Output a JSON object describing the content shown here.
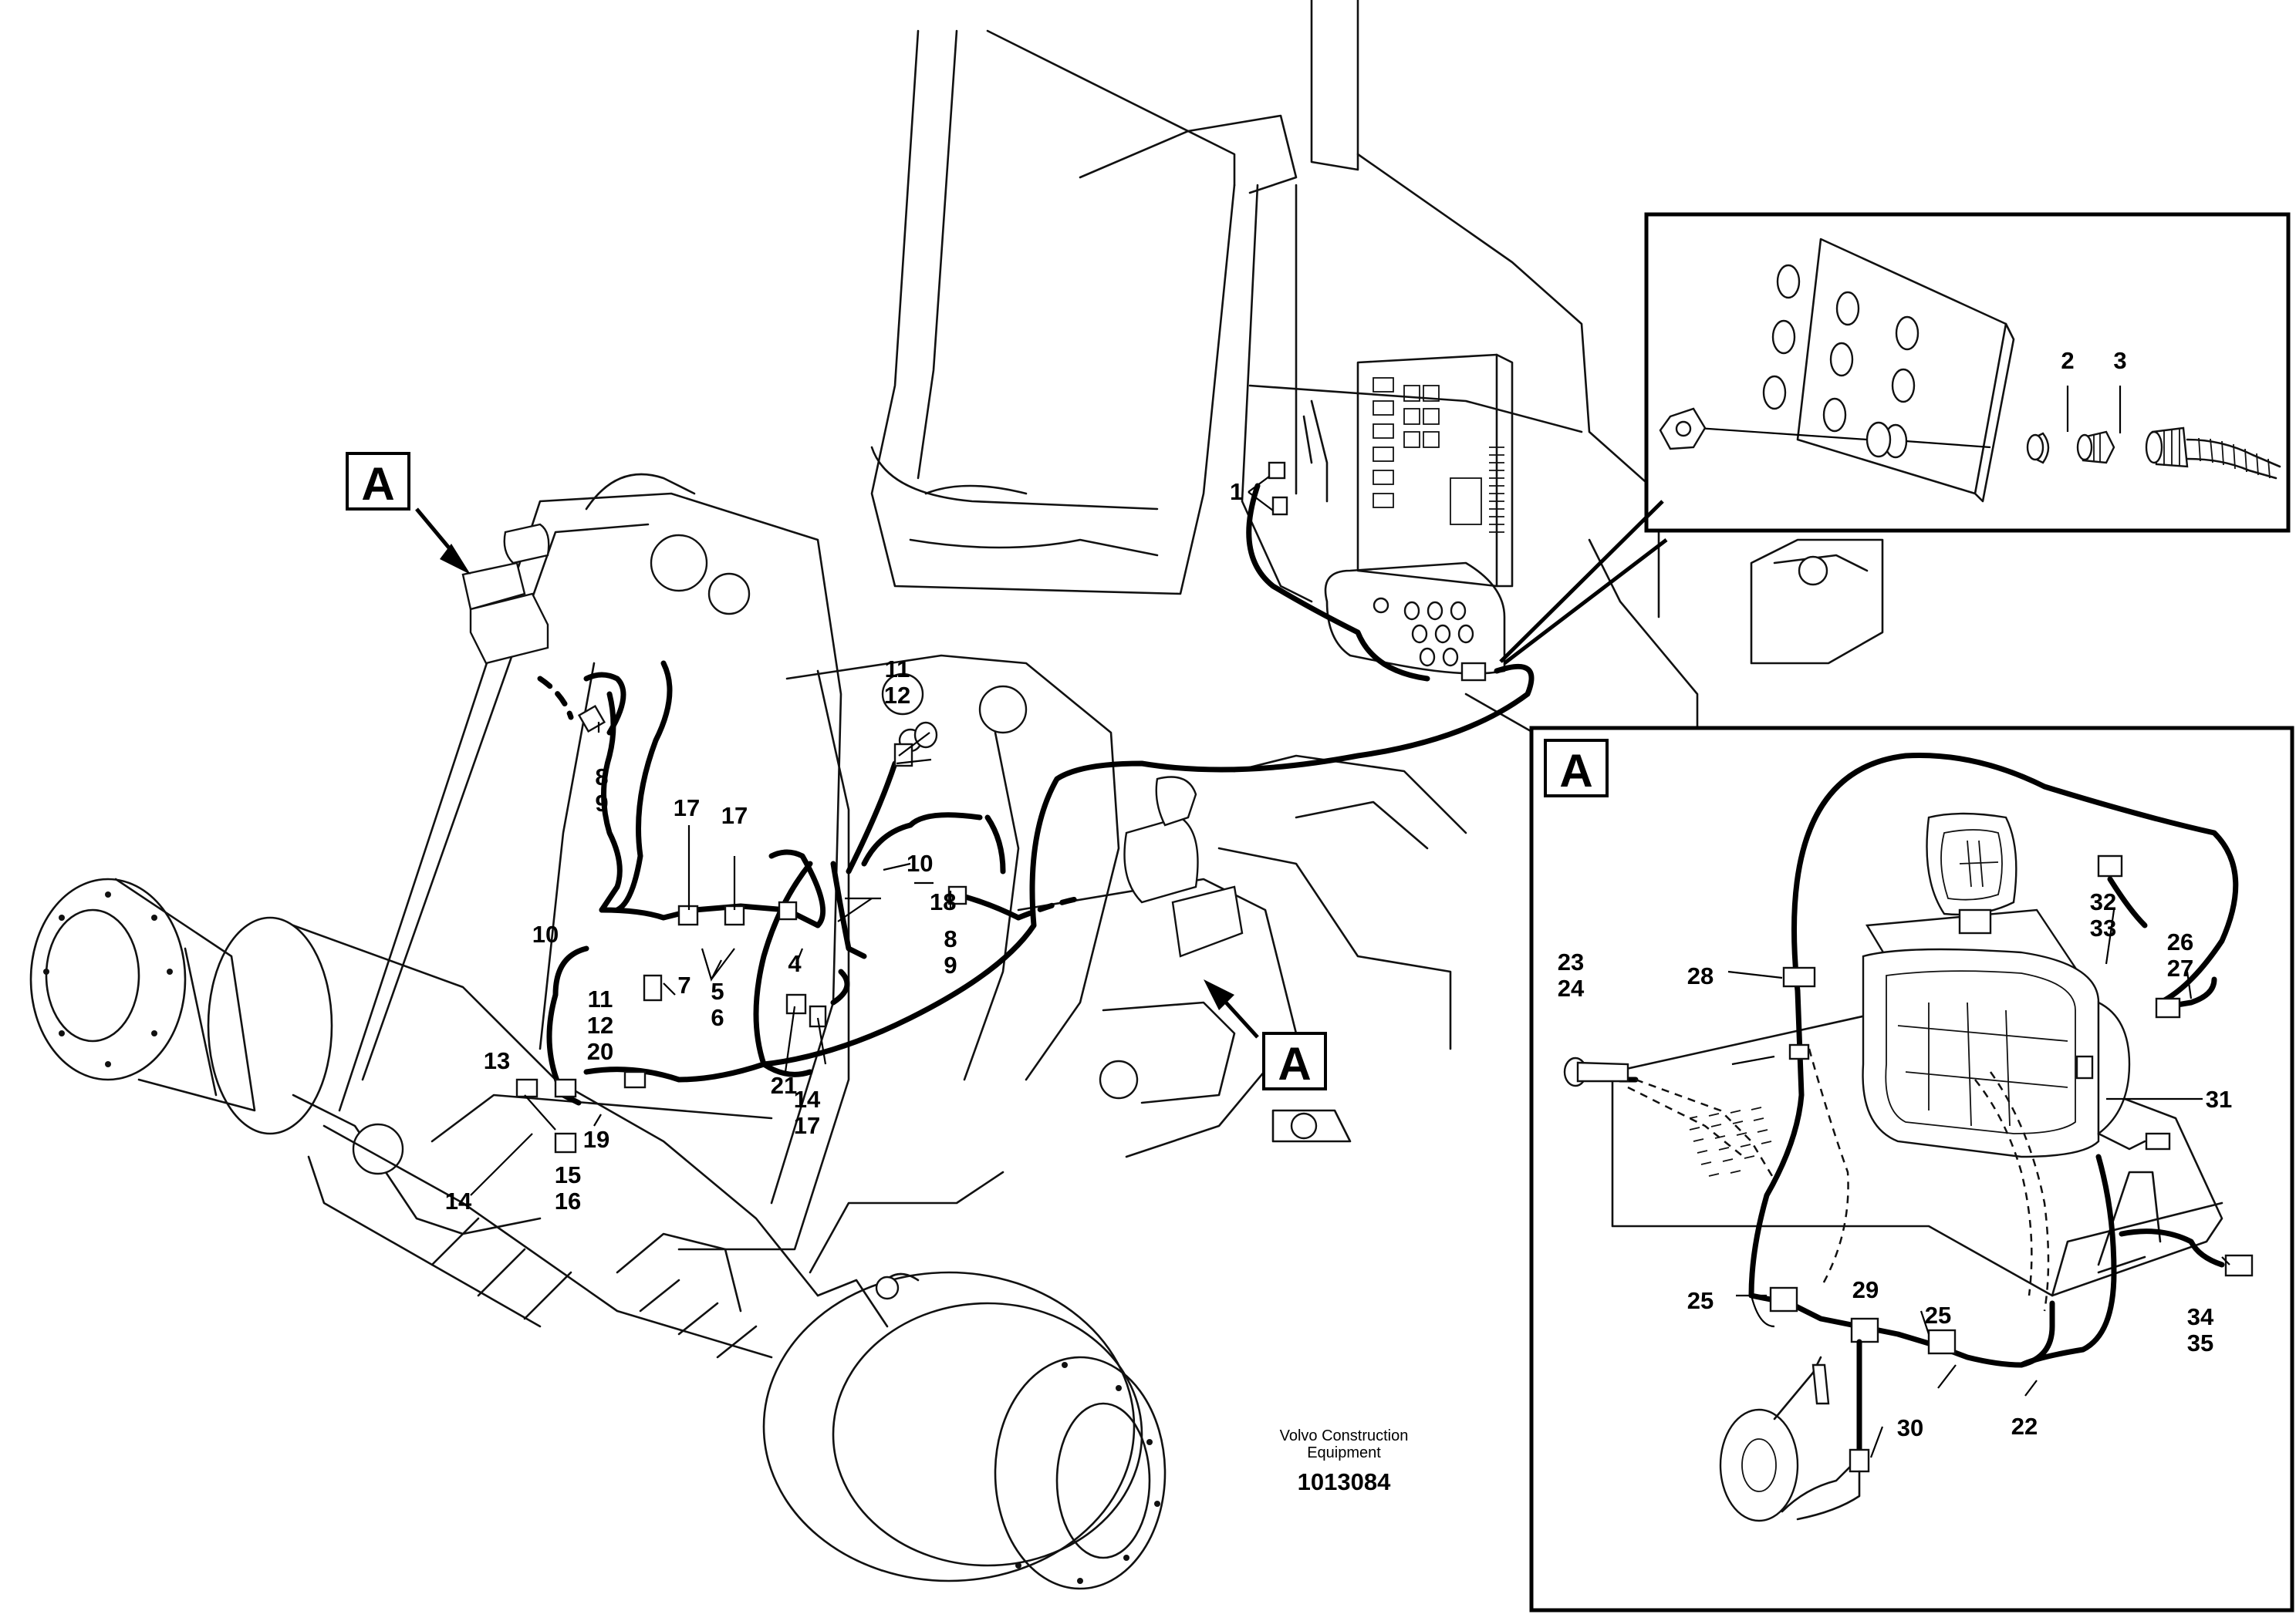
{
  "view_markers": {
    "main_a": "A",
    "callout_a": "A",
    "detail_a": "A"
  },
  "callouts": {
    "c1": "1",
    "c2": "2",
    "c3": "3",
    "c4": "4",
    "c5": "5",
    "c6": "6",
    "c7": "7",
    "c8a": "8",
    "c9a": "9",
    "c8b": "8",
    "c9b": "9",
    "c10a": "10",
    "c10b": "10",
    "c11a": "11",
    "c12a": "12",
    "c11b": "11",
    "c12b": "12",
    "c20": "20",
    "c13": "13",
    "c14a": "14",
    "c14b": "14",
    "c17c": "17",
    "c15": "15",
    "c16": "16",
    "c17a": "17",
    "c17b": "17",
    "c18": "18",
    "c19": "19",
    "c21": "21",
    "c22": "22",
    "c23": "23",
    "c24": "24",
    "c25a": "25",
    "c25b": "25",
    "c26": "26",
    "c27": "27",
    "c28": "28",
    "c29": "29",
    "c30": "30",
    "c31": "31",
    "c32": "32",
    "c33": "33",
    "c34": "34",
    "c35": "35"
  },
  "credit": {
    "line1": "Volvo Construction",
    "line2": "Equipment",
    "code": "1013084"
  }
}
